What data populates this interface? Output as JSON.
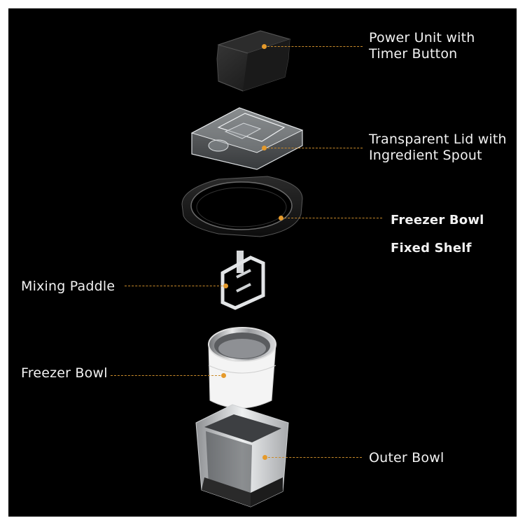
{
  "labels": {
    "power_unit": [
      "Power Unit with",
      "Timer Button"
    ],
    "lid": [
      "Transparent Lid with",
      "Ingredient Spout"
    ],
    "freezer_bowl_top": "Freezer Bowl",
    "fixed_shelf": "Fixed Shelf",
    "mixing_paddle": "Mixing Paddle",
    "freezer_bowl": "Freezer Bowl",
    "outer_bowl": "Outer Bowl"
  },
  "colors": {
    "background": "#000000",
    "label_text": "#f2f2f2",
    "leader_line": "#c98a2a",
    "leader_dot": "#e59a2b"
  }
}
